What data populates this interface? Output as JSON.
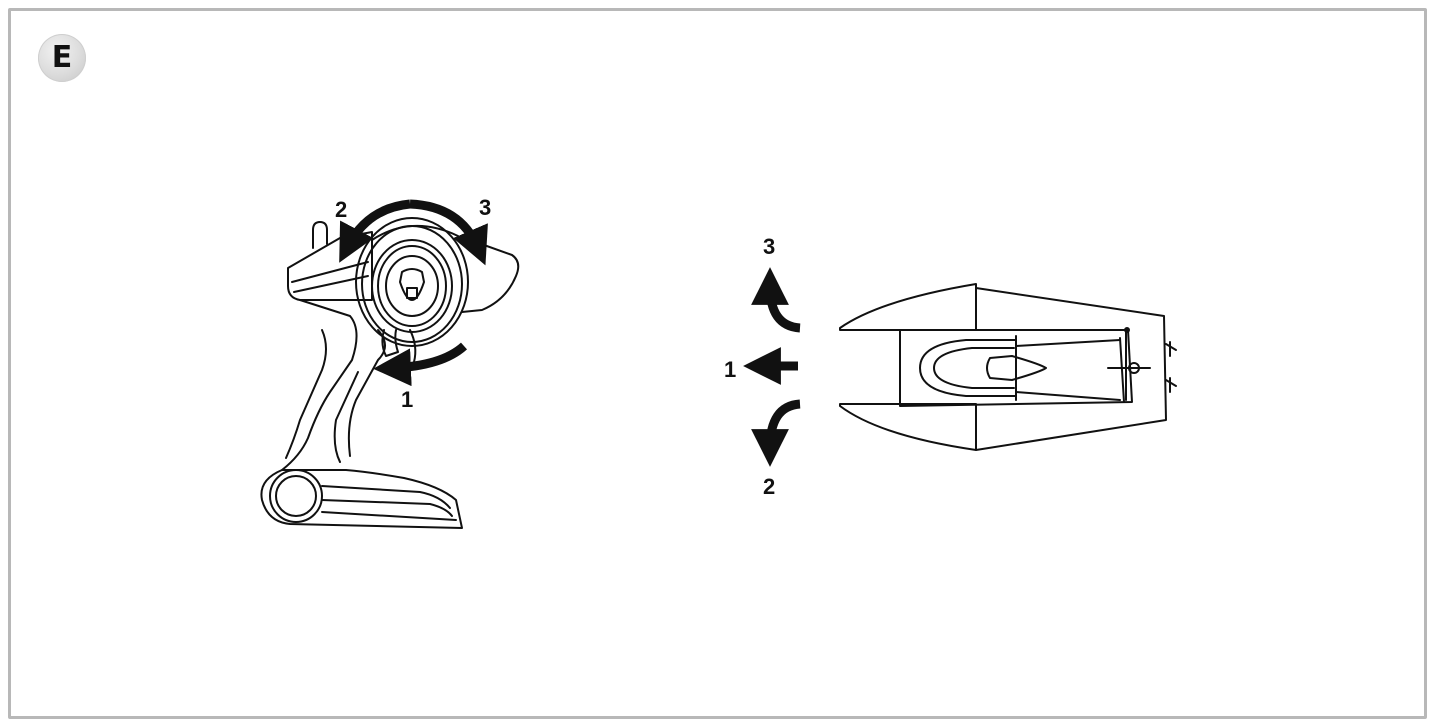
{
  "section_badge": "E",
  "transmitter": {
    "labels": {
      "throttle": "1",
      "steer_left": "2",
      "steer_right": "3"
    }
  },
  "boat": {
    "labels": {
      "forward": "1",
      "turn_left": "2",
      "turn_right": "3"
    }
  },
  "colors": {
    "ink": "#111111",
    "frame": "#b8b8b8",
    "badge": "#dcdcdc"
  }
}
